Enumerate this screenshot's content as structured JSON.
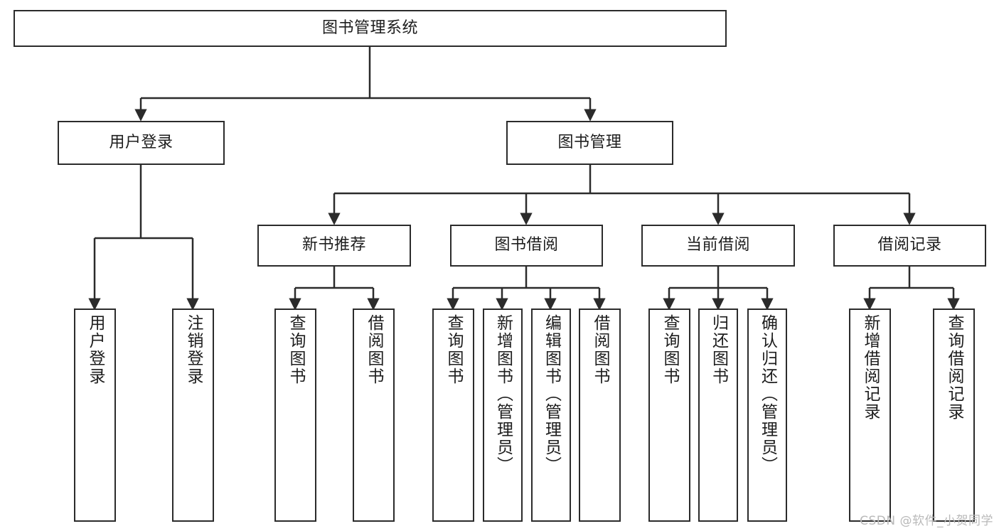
{
  "diagram": {
    "title": "图书管理系统",
    "watermark": "CSDN @软件_小贺同学",
    "line_color": "#2b2b2b",
    "box_fill": "#ffffff",
    "text_color": "#1d1d1d",
    "watermark_color": "#b9b9b9",
    "type": "tree-hierarchy",
    "levels": 4
  },
  "nodes": {
    "root": {
      "label": "图书管理系统"
    },
    "level2": [
      {
        "label": "用户登录"
      },
      {
        "label": "图书管理"
      }
    ],
    "level3": [
      {
        "label": "新书推荐"
      },
      {
        "label": "图书借阅"
      },
      {
        "label": "当前借阅"
      },
      {
        "label": "借阅记录"
      }
    ],
    "leaves_user_login": [
      {
        "label": "用户登录"
      },
      {
        "label": "注销登录"
      }
    ],
    "leaves_new_book": [
      {
        "label": "查询图书"
      },
      {
        "label": "借阅图书"
      }
    ],
    "leaves_borrow": [
      {
        "label": "查询图书"
      },
      {
        "label": "新增图书（管理员）"
      },
      {
        "label": "编辑图书（管理员）"
      },
      {
        "label": "借阅图书"
      }
    ],
    "leaves_current": [
      {
        "label": "查询图书"
      },
      {
        "label": "归还图书"
      },
      {
        "label": "确认归还（管理员）"
      }
    ],
    "leaves_records": [
      {
        "label": "新增借阅记录"
      },
      {
        "label": "查询借阅记录"
      }
    ]
  }
}
